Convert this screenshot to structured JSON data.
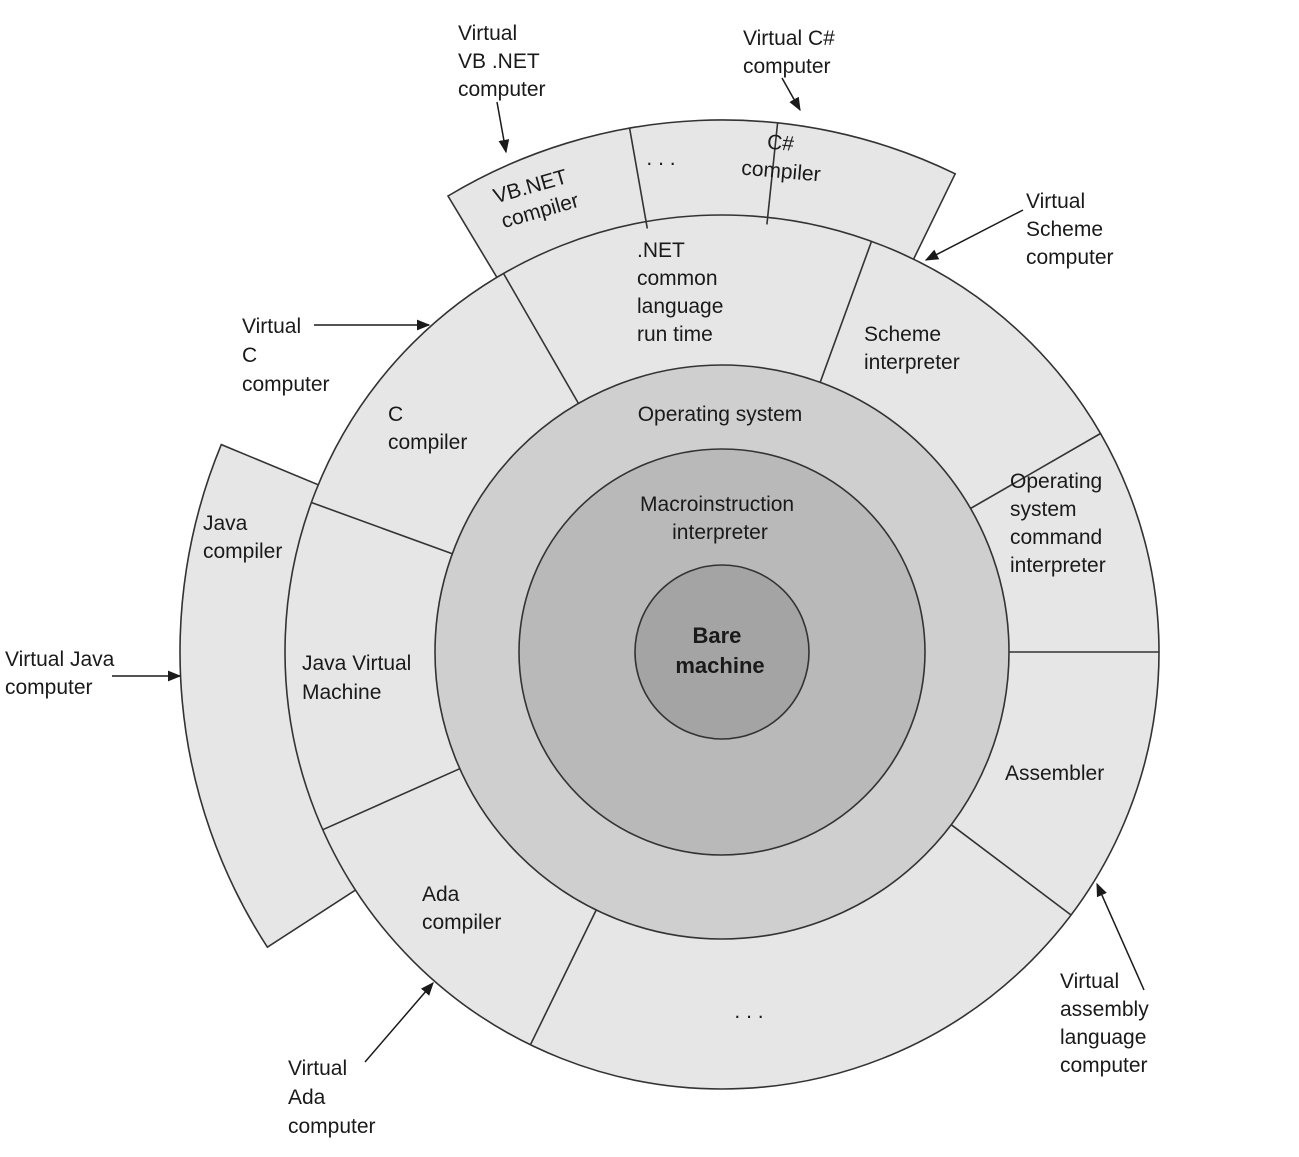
{
  "colors": {
    "outer_ring": "#e6e6e6",
    "os_ring": "#cfcfcf",
    "macro_ring": "#b9b9b9",
    "bare_core": "#a4a4a4",
    "stroke": "#333333"
  },
  "layers": {
    "bare_machine": [
      "Bare",
      "machine"
    ],
    "macroinstruction_interpreter": [
      "Macroinstruction",
      "interpreter"
    ],
    "operating_system": "Operating system"
  },
  "segments": {
    "dotnet_clr": [
      ".NET",
      "common",
      "language",
      "run time"
    ],
    "scheme_interpreter": [
      "Scheme",
      "interpreter"
    ],
    "os_command_interpreter": [
      "Operating",
      "system",
      "command",
      "interpreter"
    ],
    "assembler": "Assembler",
    "bottom_ellipsis": ". . .",
    "ada_compiler": [
      "Ada",
      "compiler"
    ],
    "java_virtual_machine": [
      "Java Virtual",
      "Machine"
    ],
    "c_compiler": [
      "C",
      "compiler"
    ]
  },
  "extensions": {
    "vbnet_compiler": [
      "VB.NET",
      "compiler"
    ],
    "top_ellipsis": ". . .",
    "csharp_compiler": [
      "C#",
      "compiler"
    ],
    "java_compiler": [
      "Java",
      "compiler"
    ]
  },
  "callouts": {
    "virtual_vbnet": [
      "Virtual",
      "VB .NET",
      "computer"
    ],
    "virtual_csharp": [
      "Virtual C#",
      "computer"
    ],
    "virtual_scheme": [
      "Virtual",
      "Scheme",
      "computer"
    ],
    "virtual_c": [
      "Virtual",
      "C",
      "computer"
    ],
    "virtual_java": [
      "Virtual Java",
      "computer"
    ],
    "virtual_assembly": [
      "Virtual",
      "assembly",
      "language",
      "computer"
    ],
    "virtual_ada": [
      "Virtual",
      "Ada",
      "computer"
    ]
  }
}
